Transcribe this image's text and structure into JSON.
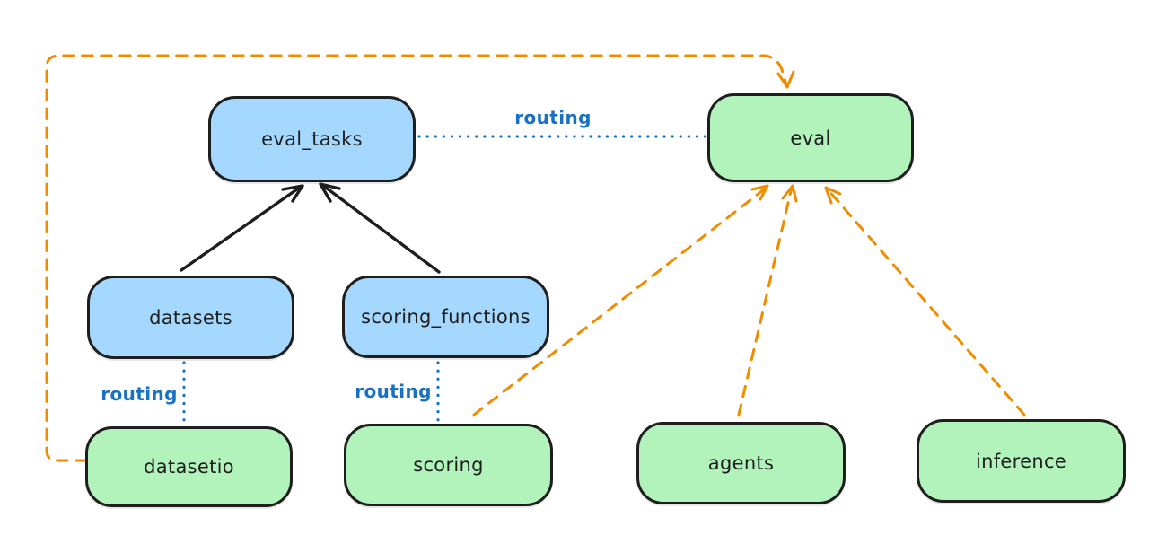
{
  "colors": {
    "stroke": "#1e1e1e",
    "blueFill": "#a5d8ff",
    "greenFill": "#b2f2bb",
    "routingBlue": "#1971c2",
    "orange": "#f08c00",
    "bg": "#ffffff"
  },
  "nodes": {
    "eval_tasks": {
      "label": "eval_tasks",
      "color": "#a5d8ff"
    },
    "eval": {
      "label": "eval",
      "color": "#b2f2bb"
    },
    "datasets": {
      "label": "datasets",
      "color": "#a5d8ff"
    },
    "scoring_functions": {
      "label": "scoring_functions",
      "color": "#a5d8ff"
    },
    "datasetio": {
      "label": "datasetio",
      "color": "#b2f2bb"
    },
    "scoring": {
      "label": "scoring",
      "color": "#b2f2bb"
    },
    "agents": {
      "label": "agents",
      "color": "#b2f2bb"
    },
    "inference": {
      "label": "inference",
      "color": "#b2f2bb"
    }
  },
  "edges": {
    "datasets_to_eval_tasks": {
      "style": "solid-arrow",
      "color": "#1e1e1e"
    },
    "scoring_functions_to_eval_tasks": {
      "style": "solid-arrow",
      "color": "#1e1e1e"
    },
    "eval_tasks_to_eval": {
      "style": "dotted",
      "label": "routing",
      "color": "#1971c2"
    },
    "datasets_to_datasetio": {
      "style": "dotted",
      "label": "routing",
      "color": "#1971c2"
    },
    "scoring_functions_to_scoring": {
      "style": "dotted",
      "label": "routing",
      "color": "#1971c2"
    },
    "datasetio_to_eval": {
      "style": "dashed-arrow",
      "color": "#f08c00"
    },
    "scoring_to_eval": {
      "style": "dashed-arrow",
      "color": "#f08c00"
    },
    "agents_to_eval": {
      "style": "dashed-arrow",
      "color": "#f08c00"
    },
    "inference_to_eval": {
      "style": "dashed-arrow",
      "color": "#f08c00"
    }
  }
}
